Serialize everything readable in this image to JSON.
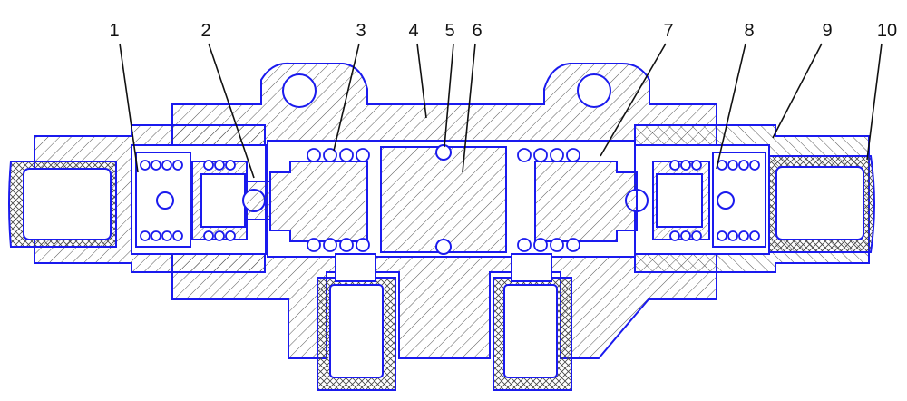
{
  "diagram": {
    "kind": "mechanical-cross-section",
    "colors": {
      "outline": "#1a1aee",
      "hatch": "#444444",
      "leader": "#111111",
      "background": "#ffffff"
    },
    "callouts": [
      "1",
      "2",
      "3",
      "4",
      "5",
      "6",
      "7",
      "8",
      "9",
      "10"
    ]
  }
}
